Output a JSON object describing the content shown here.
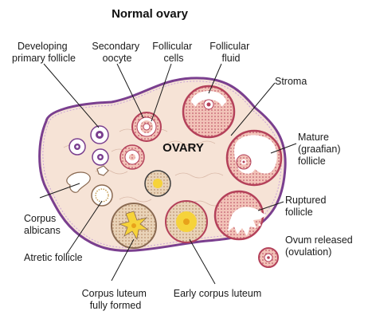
{
  "title": "Normal ovary",
  "center_label": "OVARY",
  "labels": {
    "developing": [
      "Developing",
      "primary follicle"
    ],
    "secondary": [
      "Secondary",
      "oocyte"
    ],
    "follicular_cells": [
      "Follicular",
      "cells"
    ],
    "follicular_fluid": [
      "Follicular",
      "fluid"
    ],
    "stroma": [
      "Stroma"
    ],
    "mature": [
      "Mature",
      "(graafian)",
      "follicle"
    ],
    "ruptured": [
      "Ruptured",
      "follicle"
    ],
    "ovum_released": [
      "Ovum released",
      "(ovulation)"
    ],
    "corpus_albicans": [
      "Corpus",
      "albicans"
    ],
    "atretic": [
      "Atretic follicle"
    ],
    "luteum_formed": [
      "Corpus luteum",
      "fully formed"
    ],
    "early_luteum": [
      "Early corpus luteum"
    ]
  },
  "colors": {
    "stroma": "#f6e3d6",
    "capsule": "#7a3f8f",
    "follicle_wall": "#b4415a",
    "follicle_fill": "#f3c9bd",
    "fluid": "#ffffff",
    "luteum": "#f6d33a",
    "luteum_wall": "#d9b48a"
  }
}
